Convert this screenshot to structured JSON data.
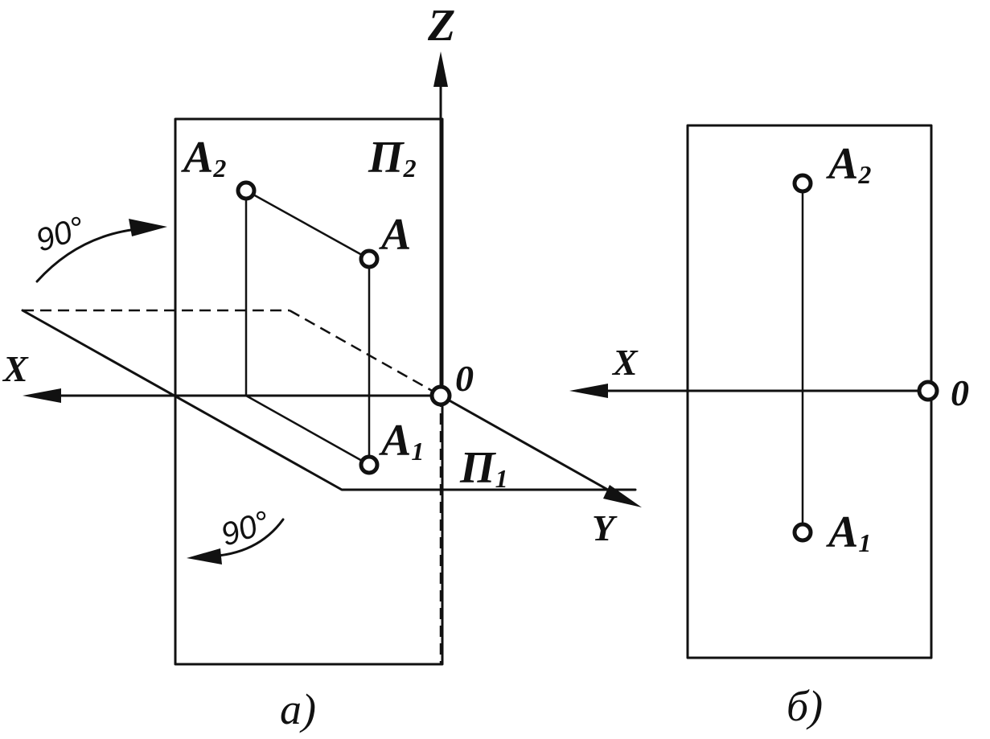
{
  "left_view": {
    "axis_z": "Z",
    "axis_x": "X",
    "axis_y": "Y",
    "origin": "0",
    "plane_frontal": {
      "letter": "П",
      "index": "2"
    },
    "plane_horizontal": {
      "letter": "П",
      "index": "1"
    },
    "point_a": "A",
    "point_a2": {
      "letter": "A",
      "index": "2"
    },
    "point_a1": {
      "letter": "A",
      "index": "1"
    },
    "rotation_top": "90°",
    "rotation_bottom": "90°",
    "caption": "а)"
  },
  "right_view": {
    "axis_x": "X",
    "origin": "0",
    "point_a2": {
      "letter": "A",
      "index": "2"
    },
    "point_a1": {
      "letter": "A",
      "index": "1"
    },
    "caption": "б)"
  }
}
